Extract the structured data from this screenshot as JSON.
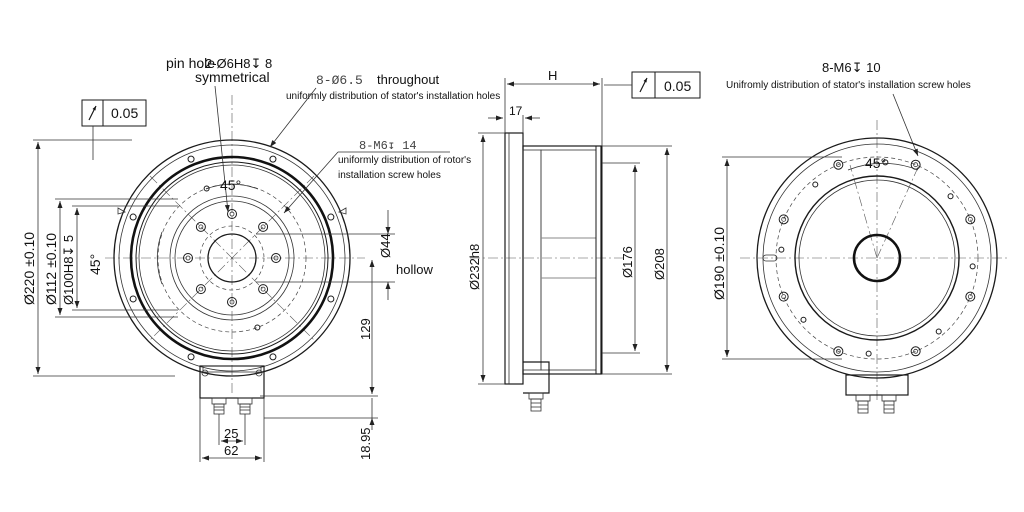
{
  "front_view": {
    "tolerance_value": "0.05",
    "pin_hole_label": "pin hole",
    "pin_hole_spec": "2-Ø6H8↧ 8",
    "pin_hole_symmetrical": "symmetrical",
    "stator_hole_spec": "8-Ø6.5",
    "stator_hole_throughout": "throughout",
    "stator_hole_note": "uniformly distribution of stator's installation holes",
    "rotor_screw_spec": "8-M6↧ 14",
    "rotor_screw_note_1": "uniformly distribution of rotor's",
    "rotor_screw_note_2": "installation screw holes",
    "angle_45_top": "45°",
    "angle_45_left": "45°",
    "dim_220": "Ø220 ±0.10",
    "dim_112": "Ø112 ±0.10",
    "dim_100": "Ø100H8↧ 5",
    "dim_44": "Ø44",
    "hollow_label": "hollow",
    "dim_129": "129",
    "dim_25": "25",
    "dim_62": "62",
    "dim_18_95": "18.95"
  },
  "side_view": {
    "dim_h": "H",
    "dim_17": "17",
    "tolerance_value": "0.05",
    "dim_232": "Ø232h8",
    "dim_176": "Ø176",
    "dim_208": "Ø208"
  },
  "back_view": {
    "screw_spec": "8-M6↧ 10",
    "screw_note": "Unifromly distribution of stator's installation screw holes",
    "angle_45": "45°",
    "dim_190": "Ø190 ±0.10"
  }
}
